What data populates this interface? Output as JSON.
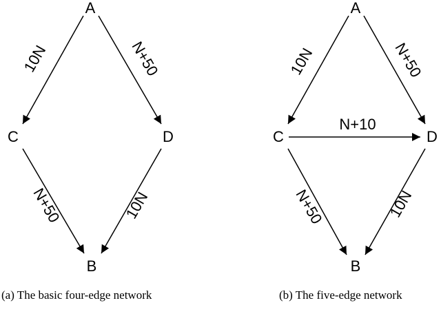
{
  "diagrams": [
    {
      "id": "a",
      "caption": "(a) The basic four-edge network",
      "nodes": [
        "A",
        "C",
        "D",
        "B"
      ],
      "edges": [
        {
          "from": "A",
          "to": "C",
          "label": "10N"
        },
        {
          "from": "A",
          "to": "D",
          "label": "N+50"
        },
        {
          "from": "C",
          "to": "B",
          "label": "N+50"
        },
        {
          "from": "D",
          "to": "B",
          "label": "10N"
        }
      ]
    },
    {
      "id": "b",
      "caption": "(b) The five-edge network",
      "nodes": [
        "A",
        "C",
        "D",
        "B"
      ],
      "edges": [
        {
          "from": "A",
          "to": "C",
          "label": "10N"
        },
        {
          "from": "A",
          "to": "D",
          "label": "N+50"
        },
        {
          "from": "C",
          "to": "D",
          "label": "N+10"
        },
        {
          "from": "C",
          "to": "B",
          "label": "N+50"
        },
        {
          "from": "D",
          "to": "B",
          "label": "10N"
        }
      ]
    }
  ]
}
